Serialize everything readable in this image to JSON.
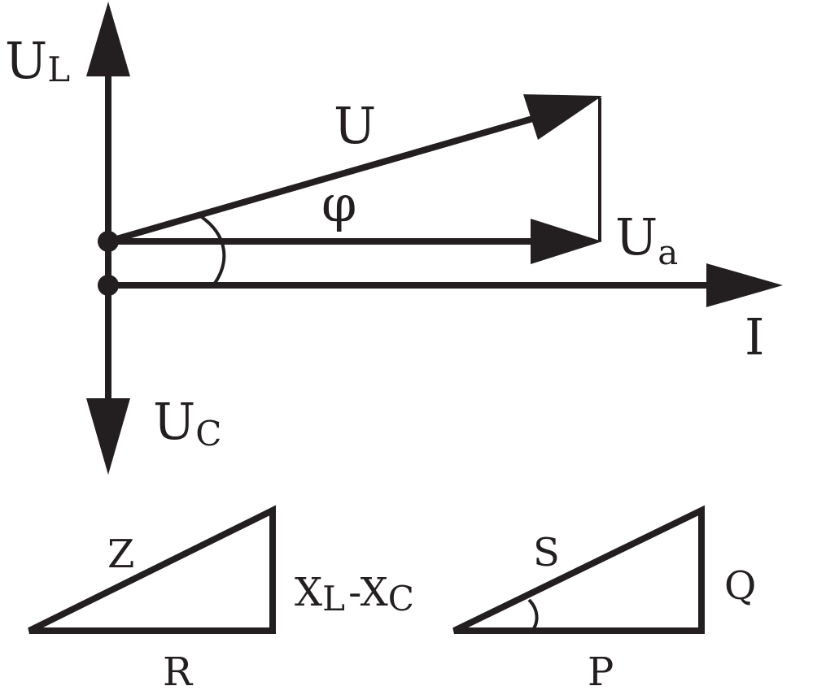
{
  "phasor": {
    "ul": {
      "main": "U",
      "sub": "L"
    },
    "uc": {
      "main": "U",
      "sub": "C"
    },
    "u": "U",
    "phi": "φ",
    "ua": {
      "main": "U",
      "sub": "a"
    },
    "i": "I"
  },
  "impedance_triangle": {
    "hyp": "Z",
    "base": "R",
    "side": {
      "x1": "X",
      "sub1": "L",
      "dash": "-",
      "x2": "X",
      "sub2": "C"
    }
  },
  "power_triangle": {
    "hyp": "S",
    "base": "P",
    "side": "Q"
  }
}
